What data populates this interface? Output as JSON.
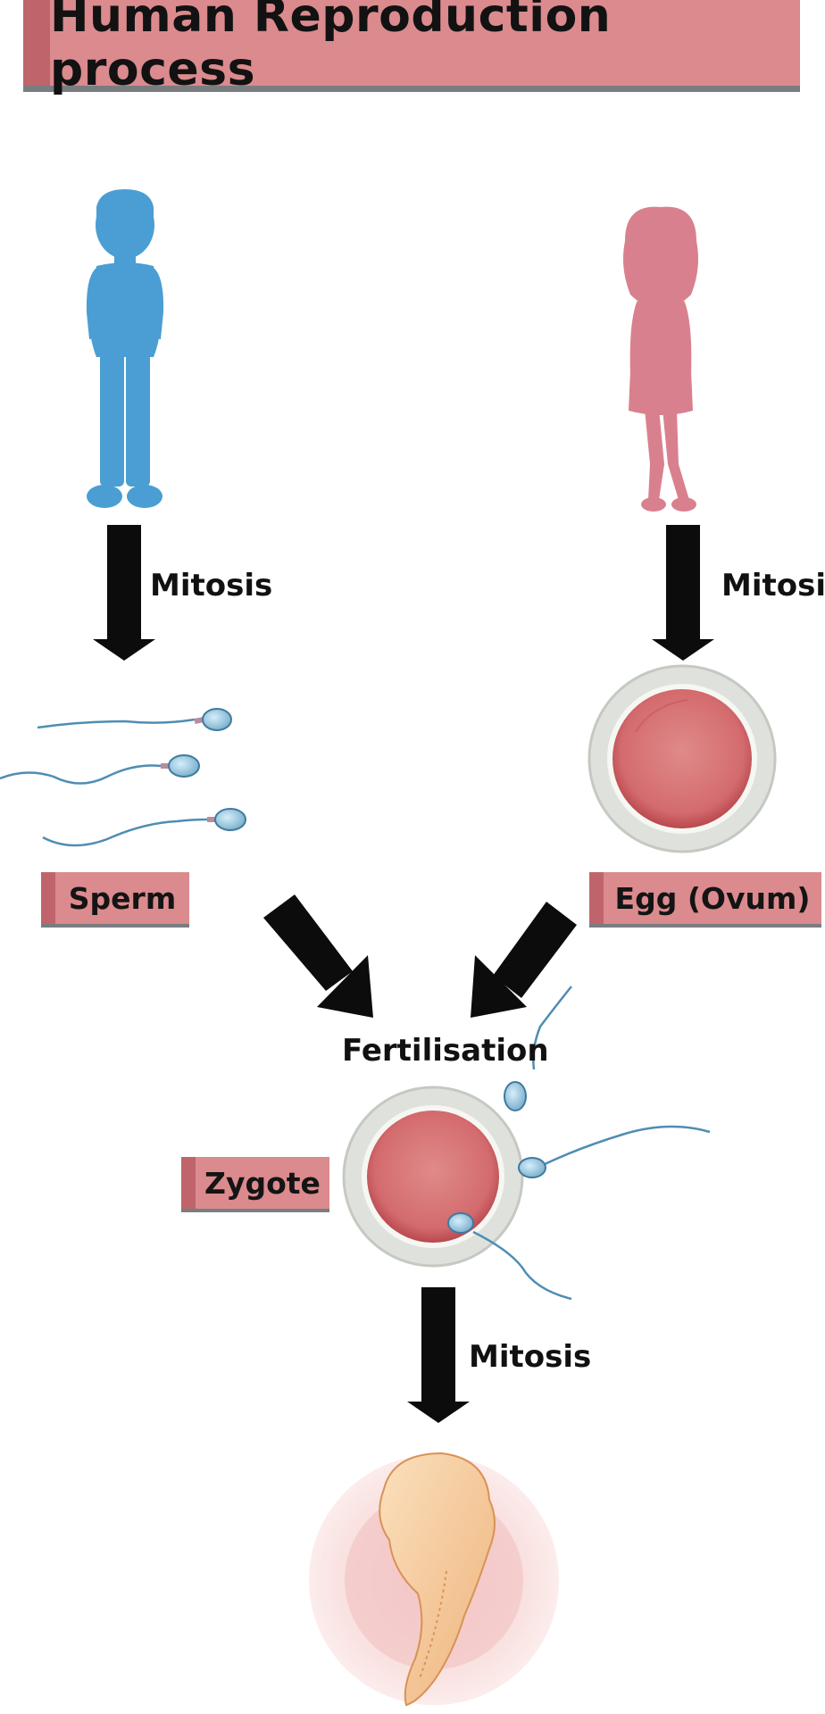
{
  "title": "Human Reproduction process",
  "steps": {
    "male_mitosis": "Mitosis",
    "female_mitosis": "Mitosis",
    "fertilisation": "Fertilisation",
    "zygote_mitosis": "Mitosis"
  },
  "labels": {
    "sperm": "Sperm",
    "egg": "Egg (Ovum)",
    "zygote": "Zygote"
  },
  "colors": {
    "banner": "#db8a8e",
    "banner_tab": "#c0646b",
    "male": "#4a9ed3",
    "female": "#d9808e",
    "arrow": "#0c0c0c",
    "egg_core": "#d96e72",
    "embryo": "#f5c998"
  }
}
